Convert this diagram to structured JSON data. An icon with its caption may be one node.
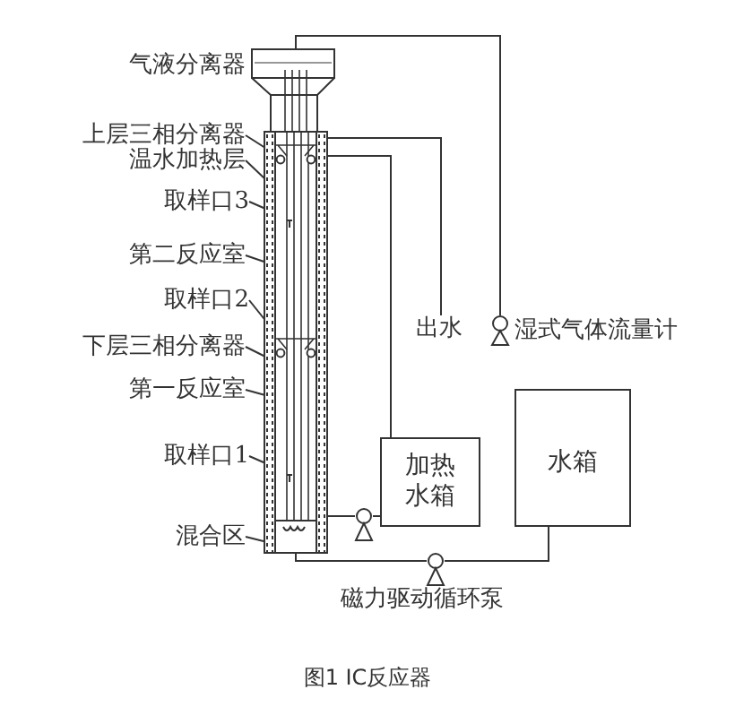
{
  "diagram": {
    "caption": "图1 IC反应器",
    "nodes": [
      {
        "text": [],
        "shape": "box",
        "beside": [
          "气液分离器"
        ]
      },
      {
        "text": [],
        "shape": "box"
      },
      {
        "text": [
          "上层三相分离器"
        ]
      },
      {
        "text": [
          "温水加热层"
        ]
      },
      {
        "text": [
          "取样口3"
        ]
      },
      {
        "text": [
          "第二反应室"
        ]
      },
      {
        "text": [
          "取样口2"
        ]
      },
      {
        "text": [
          "下层三相分离器"
        ]
      },
      {
        "text": [
          "第一反应室"
        ]
      },
      {
        "text": [
          "取样口1"
        ]
      },
      {
        "text": [
          "混合区"
        ]
      },
      {
        "text": [
          "出水"
        ]
      },
      {
        "text": [],
        "shape": "circle",
        "beside": [
          "湿式气体流量计"
        ]
      },
      {
        "text": [
          "加热水箱"
        ]
      },
      {
        "text": [
          "水箱"
        ]
      },
      {
        "text": [],
        "shape": "circle"
      },
      {
        "text": [],
        "shape": "circle",
        "beside": [
          "磁力驱动循环泵"
        ]
      }
    ],
    "edges": [
      {
        "from": 2,
        "to": 1,
        "arrow": "none"
      },
      {
        "from": 3,
        "to": 1,
        "arrow": "none"
      },
      {
        "from": 4,
        "to": 1,
        "arrow": "none"
      },
      {
        "from": 5,
        "to": 1,
        "arrow": "none"
      },
      {
        "from": 6,
        "to": 1,
        "arrow": "none"
      },
      {
        "from": 7,
        "to": 1,
        "arrow": "none"
      },
      {
        "from": 8,
        "to": 1,
        "arrow": "none"
      },
      {
        "from": 9,
        "to": 1,
        "arrow": "none"
      },
      {
        "from": 10,
        "to": 1,
        "arrow": "none"
      },
      {
        "from": 1,
        "to": 11,
        "arrow": "none"
      },
      {
        "from": 1,
        "to": 13,
        "arrow": "none"
      },
      {
        "from": 0,
        "to": 12,
        "arrow": "none"
      },
      {
        "from": 1,
        "to": 15,
        "arrow": "none"
      },
      {
        "from": 15,
        "to": 13,
        "arrow": "none"
      },
      {
        "from": 1,
        "to": 16,
        "arrow": "none"
      },
      {
        "from": 16,
        "to": 14,
        "arrow": "none"
      }
    ]
  }
}
